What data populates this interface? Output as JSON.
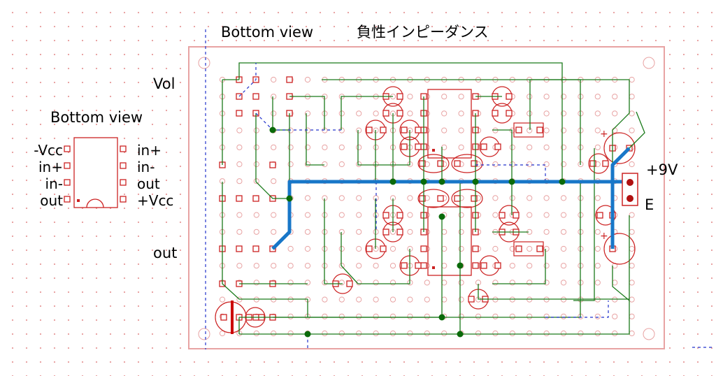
{
  "header": {
    "bottom_view": "Bottom view",
    "title": "負性インピーダンス"
  },
  "pinout": {
    "bottom_view": "Bottom view",
    "left_pins": [
      "-Vcc",
      "in+",
      "in-",
      "out"
    ],
    "right_pins": [
      "in+",
      "in-",
      "out",
      "+Vcc"
    ]
  },
  "board_labels": {
    "vol": "Vol",
    "out": "out",
    "power_plus": "+9V",
    "power_ground": "E",
    "plus_sign": "+"
  },
  "colors": {
    "board_outline": "#e8a3a3",
    "pad": "#cc2222",
    "wire": "#1a7a1a",
    "bus": "#1877c8",
    "jumper": "#2233cc",
    "junction": "#0a6a0a",
    "connector_fill": "#b01010"
  }
}
